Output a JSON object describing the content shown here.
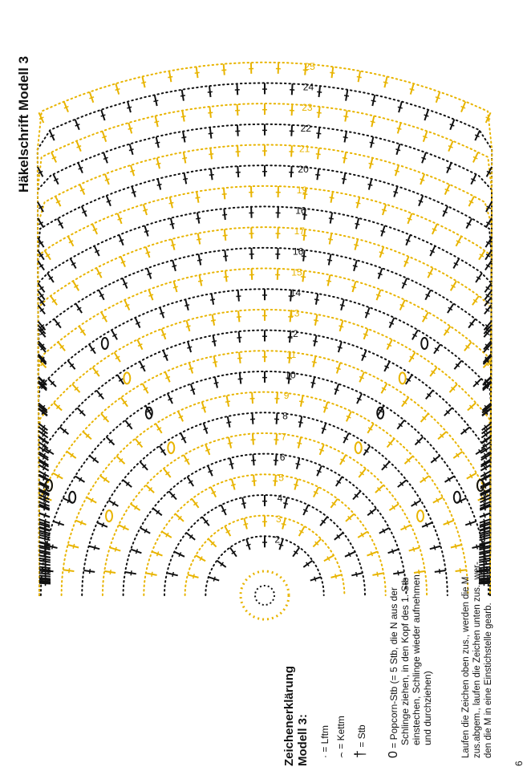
{
  "title": "Häkelschrift Modell 3",
  "legend": {
    "heading_line1": "Zeichenerklärung",
    "heading_line2": "Modell 3:",
    "items": [
      {
        "symbol": "·",
        "text": "= Lftm"
      },
      {
        "symbol": "⌢",
        "text": "= Kettm"
      },
      {
        "symbol": "†",
        "text": "= Stb"
      }
    ],
    "popcorn_symbol": "0",
    "popcorn_lines": [
      "= Popcorn-Stb (= 5 Stb, die N aus der",
      "Schlinge ziehen, in den Kopf des 1. Stb",
      "einstechen, Schlinge wieder aufnehmen",
      "und durchziehen)"
    ]
  },
  "note_lines": [
    "Laufen die Zeichen oben zus., werden die M",
    "zus.abgem., laufen die Zeichen unten zus., wer-",
    "den die M in eine Einstichstelle gearb."
  ],
  "page_number": "6",
  "row_labels": [
    {
      "n": "2",
      "c": "k"
    },
    {
      "n": "3",
      "c": "y"
    },
    {
      "n": "4",
      "c": "k"
    },
    {
      "n": "5",
      "c": "y"
    },
    {
      "n": "6",
      "c": "k"
    },
    {
      "n": "7",
      "c": "y"
    },
    {
      "n": "8",
      "c": "k"
    },
    {
      "n": "9",
      "c": "y"
    },
    {
      "n": "10",
      "c": "k"
    },
    {
      "n": "11",
      "c": "y"
    },
    {
      "n": "12",
      "c": "k"
    },
    {
      "n": "13",
      "c": "y"
    },
    {
      "n": "14",
      "c": "k"
    },
    {
      "n": "15",
      "c": "y"
    },
    {
      "n": "16",
      "c": "k"
    },
    {
      "n": "17",
      "c": "y"
    },
    {
      "n": "16",
      "c": "k"
    },
    {
      "n": "19",
      "c": "y"
    },
    {
      "n": "20",
      "c": "k"
    },
    {
      "n": "21",
      "c": "y"
    },
    {
      "n": "22",
      "c": "k"
    },
    {
      "n": "23",
      "c": "y"
    },
    {
      "n": "24",
      "c": "k"
    },
    {
      "n": "25",
      "c": "y"
    }
  ],
  "colors": {
    "yellow": "#e8b400",
    "black": "#111111",
    "orange": "#f0a000"
  }
}
